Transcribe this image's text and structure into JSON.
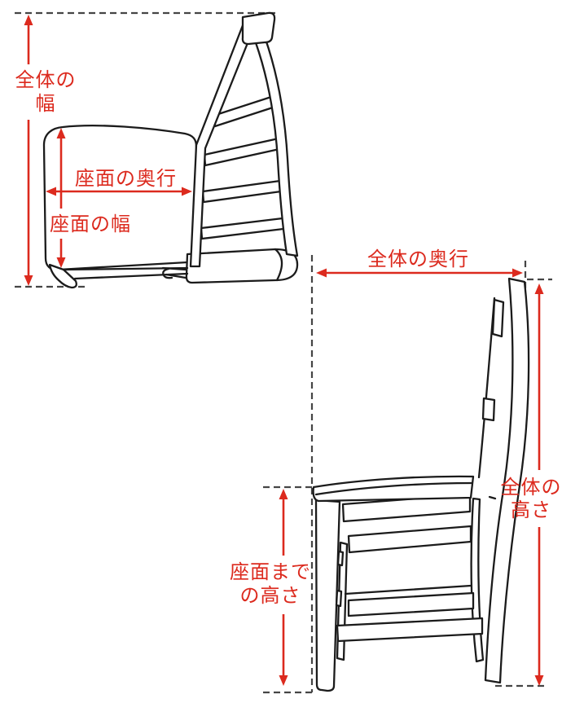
{
  "colors": {
    "background": "#ffffff",
    "line": "#1b1b1b",
    "accent": "#dc2a1e",
    "guide": "#454545"
  },
  "top_view": {
    "overall_width_label": "全体の\n幅",
    "seat_depth_label": "座面の奥行",
    "seat_width_label": "座面の幅"
  },
  "side_view": {
    "overall_depth_label": "全体の奥行",
    "overall_height_label": "全体の\n高さ",
    "seat_height_label": "座面まで\nの高さ"
  }
}
